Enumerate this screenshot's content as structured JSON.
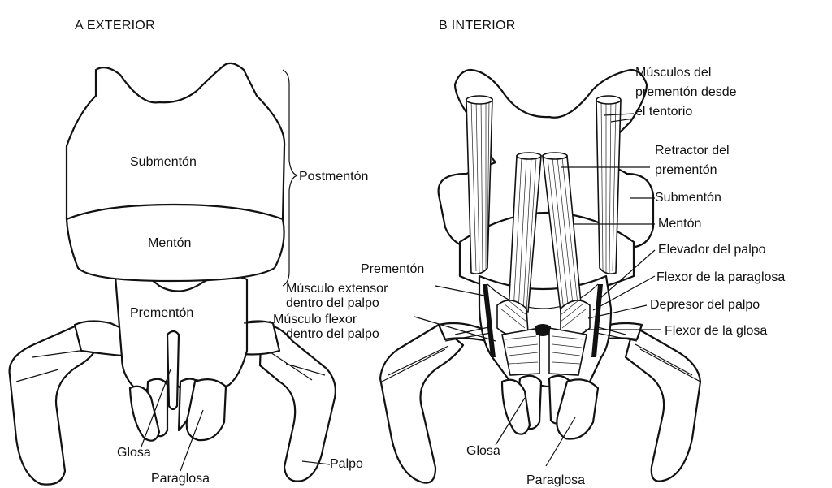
{
  "panels": {
    "exterior": {
      "title": "A  EXTERIOR"
    },
    "interior": {
      "title": "B   INTERIOR"
    }
  },
  "labels_a": {
    "submenton": "Submentón",
    "menton": "Mentón",
    "prementon": "Prementón",
    "postmenton": "Postmentón",
    "musculo_flexor_1": "Músculo flexor",
    "musculo_flexor_2": "dentro del palpo",
    "glosa": "Glosa",
    "paraglosa": "Paraglosa",
    "palpo": "Palpo"
  },
  "labels_b": {
    "musculos_prementon_1": "Músculos del",
    "musculos_prementon_2": "prementón desde",
    "musculos_prementon_3": "el tentorio",
    "retractor_1": "Retractor del",
    "retractor_2": "prementón",
    "submenton": "Submentón",
    "menton": "Mentón",
    "elevador": "Elevador del palpo",
    "flexor_paraglosa": "Flexor de la paraglosa",
    "depresor": "Depresor del palpo",
    "flexor_glosa": "Flexor de la glosa",
    "prementon": "Prementón",
    "extensor_1": "Músculo extensor",
    "extensor_2": "dentro del palpo",
    "glosa": "Glosa",
    "paraglosa": "Paraglosa"
  }
}
